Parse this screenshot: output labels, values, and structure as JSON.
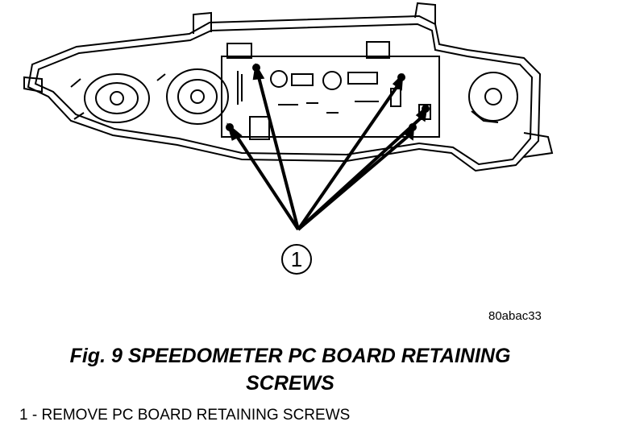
{
  "figure": {
    "callout_number": "1",
    "image_code": "80abac33",
    "caption": "Fig. 9 SPEEDOMETER PC BOARD RETAINING SCREWS",
    "legend": [
      "1 - REMOVE PC BOARD RETAINING SCREWS"
    ]
  }
}
